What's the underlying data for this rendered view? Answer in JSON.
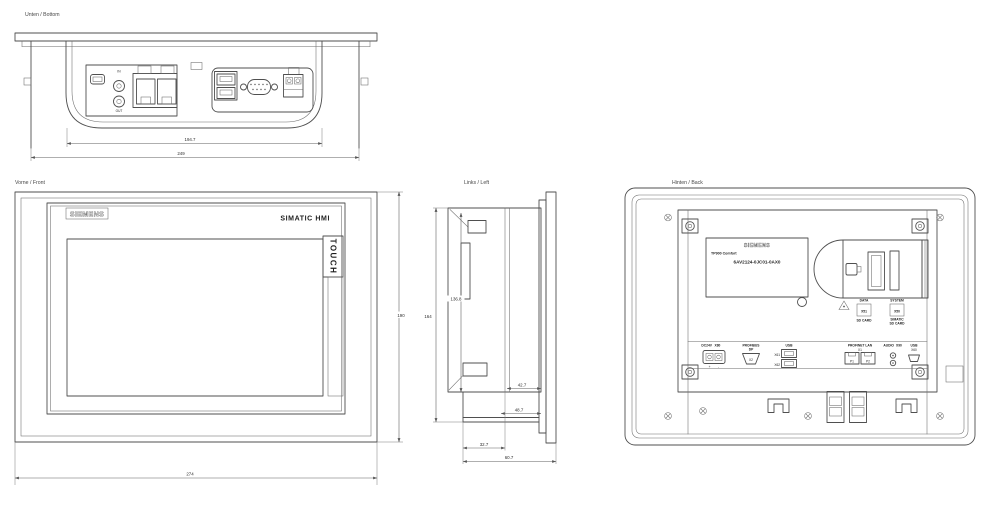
{
  "views": {
    "bottom": {
      "title": "Unten / Bottom",
      "labels": {
        "audio_in": "IN",
        "audio_out": "OUT"
      },
      "dims": {
        "recess_width": "194.7",
        "housing_width": "249"
      }
    },
    "front": {
      "title": "Vorne / Front",
      "brand": "SIEMENS",
      "product": "SIMATIC HMI",
      "touch": "TOUCH",
      "dims": {
        "height": "190",
        "width": "274"
      }
    },
    "side": {
      "title": "Links / Left",
      "dims": {
        "housing_height": "164",
        "recess_height": "136.8",
        "depth_a": "42.7",
        "depth_b": "48.7",
        "depth_c": "32.7",
        "depth_total": "60.7"
      }
    },
    "back": {
      "title": "Hinten / Back",
      "nameplate": {
        "brand": "SIEMENS",
        "model": "TP900 Comfort",
        "order_no": "6AV2124-0JC01-0AX0"
      },
      "memory": {
        "data_title": "DATA",
        "data_port": "X51",
        "data_caption": "SD CARD",
        "system_title": "SYSTEM",
        "system_port": "X50",
        "system_caption_line1": "SIMATIC",
        "system_caption_line2": "SD CARD"
      },
      "ports": {
        "power_title": "DC24V",
        "power_port": "X80",
        "power_plus": "+",
        "power_minus": "-",
        "profibus_title": "PROFIBUS",
        "profibus_sub": "DP",
        "profibus_port": "X2",
        "usb_title": "USB",
        "usb_a": "X61",
        "usb_b": "X62",
        "profinet_title": "PROFINET LAN",
        "profinet_port": "X1",
        "profinet_p1": "P1",
        "profinet_p2": "P2",
        "audio_title": "AUDIO",
        "audio_port": "X90",
        "usb_device_title": "USB",
        "usb_device_port": "X60"
      }
    }
  }
}
